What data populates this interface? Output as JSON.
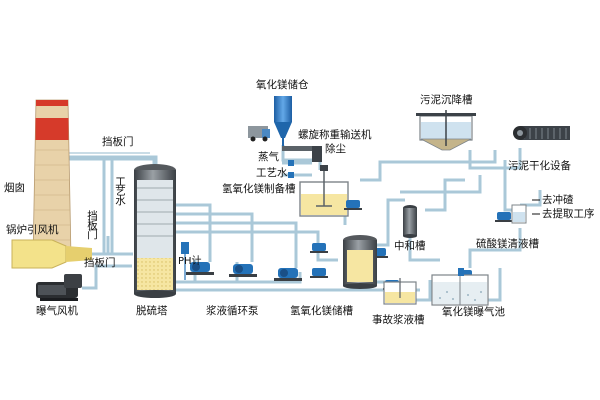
{
  "diagram": {
    "colors": {
      "pipe": "#aac8d8",
      "pipe_dark": "#6d8fa3",
      "vessel": "#6f7478",
      "liquid": "#f6e6a2",
      "brick": "#e8d2a9",
      "brick_red": "#d63a2a",
      "flue": "#f3e28a",
      "pump": "#2472b8"
    },
    "labels": {
      "chimney": "烟囱",
      "boiler_fan": "锅炉引风机",
      "damper_top": "挡板门",
      "damper_mid": "挡板门",
      "damper_bottom": "挡板门",
      "process_water_vertical": "工艺水",
      "aeration_fan": "曝气风机",
      "desulfurization_tower": "脱硫塔",
      "ph_meter": "PH计",
      "slurry_pump": "浆液循环泵",
      "mgoh_storage_tank": "氢氧化镁储槽",
      "accident_tank": "事故浆液槽",
      "mgo_aeration_pool": "氧化镁曝气池",
      "mgo_silo": "氧化镁储仓",
      "screw_conveyor": "螺旋称重输送机",
      "dust_removal": "除尘",
      "steam": "蒸气",
      "process_water": "工艺水",
      "mgoh_prep_tank": "氢氧化镁制备槽",
      "neutralization_tank": "中和槽",
      "sludge_settling_tank": "污泥沉降槽",
      "sludge_drying": "污泥干化设备",
      "to_slag": "去冲碴",
      "to_extraction": "去提取工序",
      "mgso4_tank": "硫酸镁清液槽"
    }
  }
}
